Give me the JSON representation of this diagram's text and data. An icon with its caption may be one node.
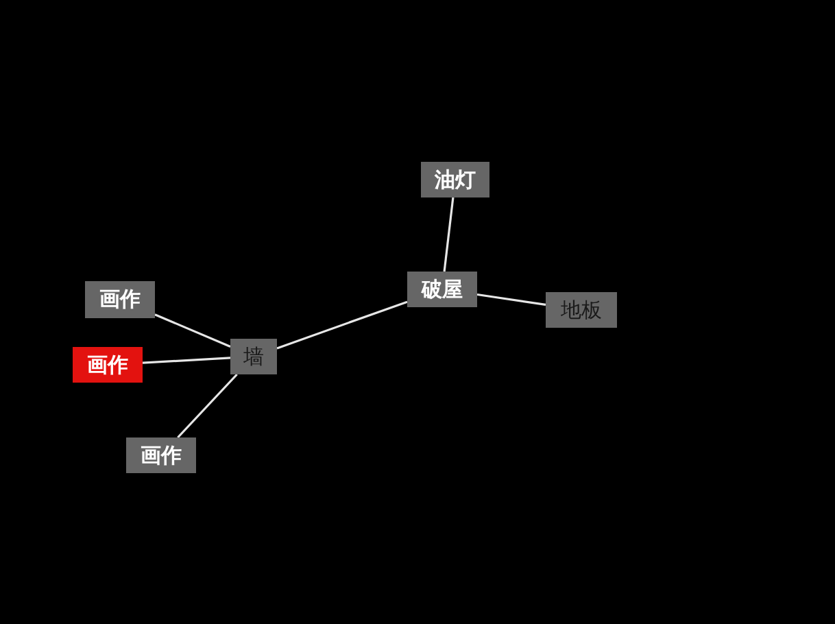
{
  "diagram": {
    "nodes": [
      {
        "text": [
          "油灯"
        ]
      },
      {
        "text": [
          "破屋"
        ]
      },
      {
        "text": [
          "画作"
        ]
      },
      {
        "text": [
          "地板"
        ]
      },
      {
        "text": [
          "墙"
        ]
      },
      {
        "text": [
          "画作"
        ]
      },
      {
        "text": [
          "画作"
        ]
      }
    ],
    "edges": [
      {
        "from": 1,
        "to": 0,
        "arrow": "none"
      },
      {
        "from": 1,
        "to": 3,
        "arrow": "none"
      },
      {
        "from": 1,
        "to": 4,
        "arrow": "none"
      },
      {
        "from": 4,
        "to": 2,
        "arrow": "none"
      },
      {
        "from": 4,
        "to": 5,
        "arrow": "none"
      },
      {
        "from": 4,
        "to": 6,
        "arrow": "none"
      }
    ]
  }
}
